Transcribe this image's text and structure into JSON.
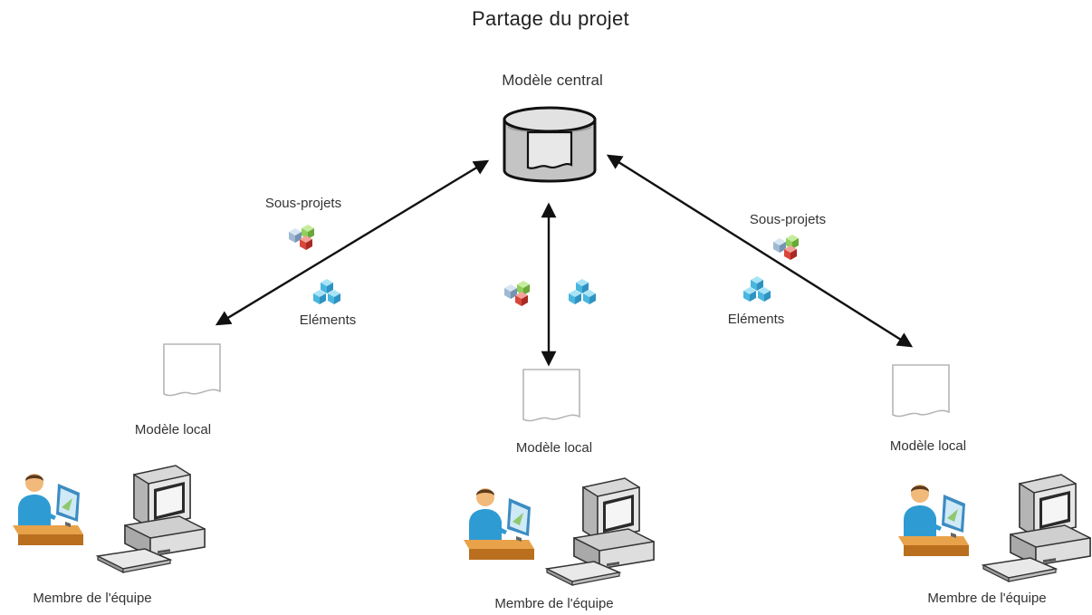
{
  "title": "Partage du projet",
  "central_model": {
    "label": "Modèle central"
  },
  "local_models": [
    {
      "label": "Modèle local"
    },
    {
      "label": "Modèle local"
    },
    {
      "label": "Modèle local"
    }
  ],
  "team_members": [
    {
      "label": "Membre de l'équipe"
    },
    {
      "label": "Membre de l'équipe"
    },
    {
      "label": "Membre de l'équipe"
    }
  ],
  "link_labels": {
    "left": {
      "subprojects": "Sous-projets",
      "elements": "Eléments"
    },
    "right": {
      "subprojects": "Sous-projets",
      "elements": "Eléments"
    }
  },
  "colors": {
    "arrow": "#111111",
    "cube_blue": "#5cc3e8",
    "cube_green": "#8fcf5a",
    "cube_red": "#d9463c",
    "database": "#b9b9b9",
    "document_outline": "#b5b5b5",
    "person": "#e8a24a",
    "computer": "#cfcfcf"
  },
  "icons": {
    "central": "database-icon",
    "local": "document-icon",
    "subprojects": "subprojects-cubes-icon",
    "elements": "elements-cubes-icon",
    "member": "person-at-desk-icon",
    "computer": "desktop-computer-icon"
  }
}
